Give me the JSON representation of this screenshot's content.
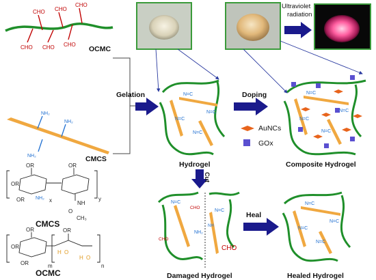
{
  "labels": {
    "ocmc": "OCMC",
    "cmcs": "CMCS",
    "gelation": "Gelation",
    "doping": "Doping",
    "uv_line1": "Ultraviolet",
    "uv_line2": "radiation",
    "hydrogel": "Hydrogel",
    "composite": "Composite Hydrogel",
    "cut": "Cut",
    "heal": "Heal",
    "damaged": "Damaged Hydrogel",
    "healed": "Healed Hydrogel",
    "legend_aunc": "AuNCs",
    "legend_gox": "GOx",
    "cmcs_struct": "CMCS",
    "ocmc_struct": "OCMC"
  },
  "chem": {
    "cho": "CHO",
    "nh2": "NH₂",
    "imine": "N=C",
    "or": "OR",
    "o": "O",
    "h": "H",
    "ch3": "CH₃",
    "x": "x",
    "y": "y",
    "m": "m",
    "n": "n",
    "nh": "NH"
  },
  "colors": {
    "polymer_green": "#1f8f2a",
    "cmcs_orange": "#f0a840",
    "arrow_blue": "#1a1a8c",
    "aunc": "#e8641c",
    "gox": "#5a4fd0",
    "cho_red": "#c00000",
    "amine_blue": "#1f6fd1",
    "photo_frame": "#3a9a3a"
  },
  "icons": {
    "arrow": "arrow-icon",
    "aunc": "diamond-icon",
    "gox": "square-icon"
  }
}
